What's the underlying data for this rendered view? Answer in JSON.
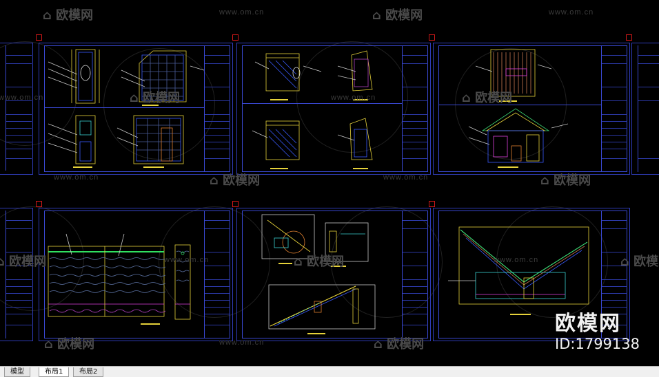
{
  "watermark": {
    "brand": "欧模网",
    "url": "www.om.cn",
    "big_brand": "欧模网",
    "big_id": "ID:1799138"
  },
  "tabs": [
    {
      "label": "模型",
      "active": false
    },
    {
      "label": "布局1",
      "active": true
    },
    {
      "label": "布局2",
      "active": false
    }
  ],
  "colors": {
    "background": "#000000",
    "frame": "#3a49d6",
    "marker": "#d01818",
    "tab_bar": "#f0f0f0"
  }
}
